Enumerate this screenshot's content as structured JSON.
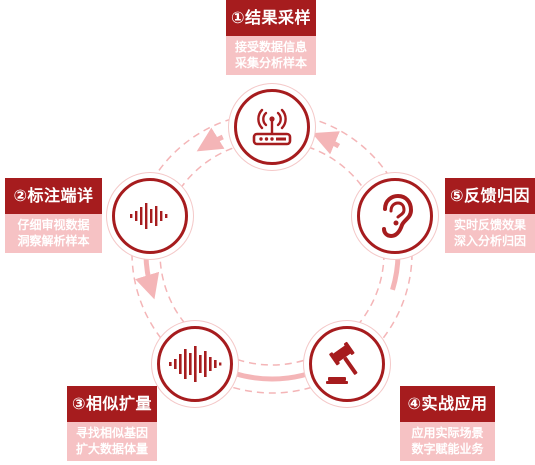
{
  "colors": {
    "accent": "#a61c1e",
    "light": "#f6c2c4",
    "ring": "#f4b5b7"
  },
  "steps": [
    {
      "title": "①结果采样",
      "desc": [
        "接受数据信息",
        "采集分析样本"
      ],
      "icon": "router-icon"
    },
    {
      "title": "②标注端详",
      "desc": [
        "仔细审视数据",
        "洞察解析样本"
      ],
      "icon": "audio-wave-icon"
    },
    {
      "title": "③相似扩量",
      "desc": [
        "寻找相似基因",
        "扩大数据体量"
      ],
      "icon": "sound-wave-icon"
    },
    {
      "title": "④实战应用",
      "desc": [
        "应用实际场景",
        "数字赋能业务"
      ],
      "icon": "gavel-icon"
    },
    {
      "title": "⑤反馈归因",
      "desc": [
        "实时反馈效果",
        "深入分析归因"
      ],
      "icon": "ear-icon"
    }
  ]
}
